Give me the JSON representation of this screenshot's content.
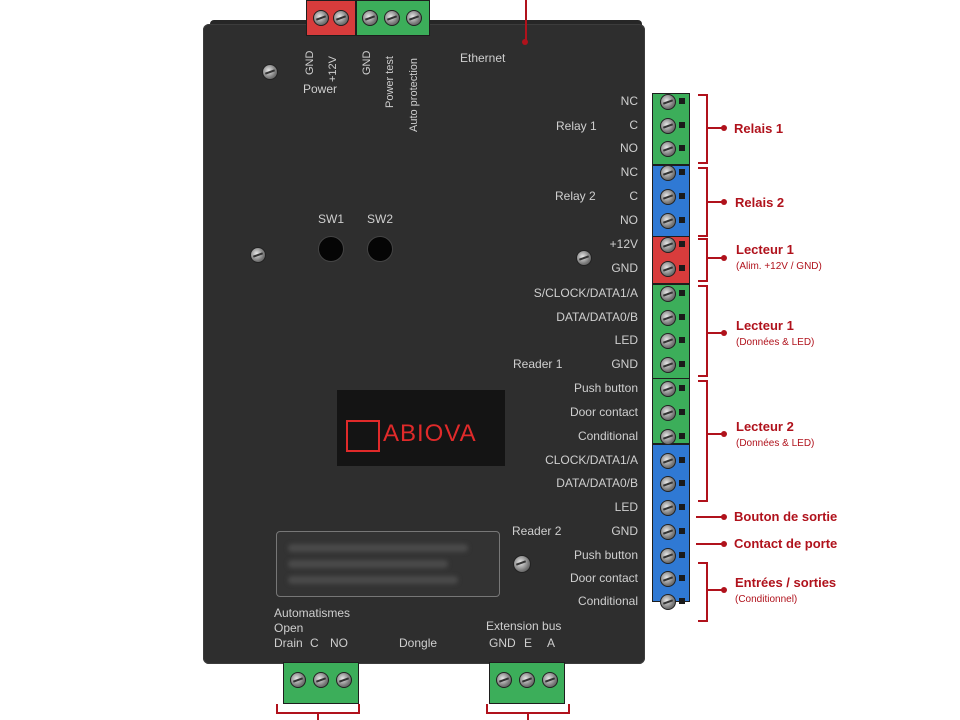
{
  "board": {
    "top": {
      "gnd1": "GND",
      "v12": "+12V",
      "power": "Power",
      "gnd2": "GND",
      "power_test": "Power test",
      "auto_protection": "Auto protection",
      "ethernet": "Ethernet"
    },
    "sw1": "SW1",
    "sw2": "SW2",
    "relay1": "Relay 1",
    "relay2": "Relay 2",
    "reader1": "Reader 1",
    "reader2": "Reader 2",
    "terminals": [
      "NC",
      "C",
      "NO",
      "NC",
      "C",
      "NO",
      "+12V",
      "GND",
      "S/CLOCK/DATA1/A",
      "DATA/DATA0/B",
      "LED",
      "GND",
      "Push button",
      "Door contact",
      "Conditional",
      "CLOCK/DATA1/A",
      "DATA/DATA0/B",
      "LED",
      "GND",
      "Push button",
      "Door contact",
      "Conditional"
    ],
    "logo": "ABIOVA",
    "bottom": {
      "automatismes": "Automatismes",
      "open": "Open",
      "drain": "Drain",
      "c": "C",
      "no": "NO",
      "dongle": "Dongle",
      "extension_bus": "Extension bus",
      "gnd": "GND",
      "e": "E",
      "a": "A"
    }
  },
  "callouts": {
    "relais1": "Relais 1",
    "relais2": "Relais 2",
    "lecteur1_power": "Lecteur 1",
    "lecteur1_power_sub": "(Alim. +12V / GND)",
    "lecteur1_data": "Lecteur 1",
    "lecteur1_data_sub": "(Données & LED)",
    "lecteur2": "Lecteur 2",
    "lecteur2_sub": "(Données & LED)",
    "bouton": "Bouton de sortie",
    "contact": "Contact de porte",
    "entrees": "Entrées / sorties",
    "entrees_sub": "(Conditionnel)"
  },
  "colors": {
    "accent": "#b0121c",
    "terminal_green": "#3cae5a",
    "terminal_blue": "#2f79d4",
    "terminal_red": "#d83c3c",
    "logo_red": "#e02a2a"
  }
}
